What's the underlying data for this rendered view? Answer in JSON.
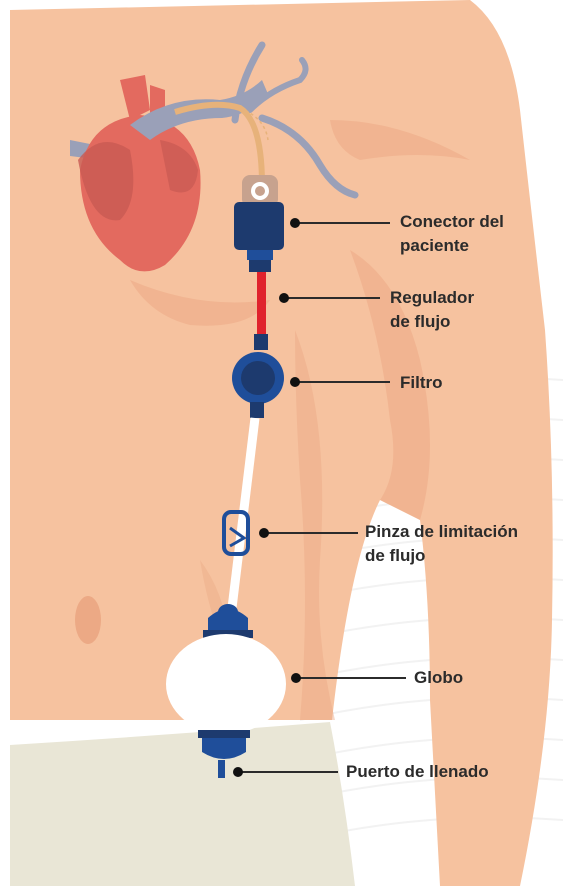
{
  "callouts": [
    {
      "key": "patient_connector",
      "text": "Conector del\npaciente"
    },
    {
      "key": "flow_regulator",
      "text": "Regulador\nde flujo"
    },
    {
      "key": "filter",
      "text": "Filtro"
    },
    {
      "key": "flow_limit_clamp",
      "text": "Pinza de limitación\nde flujo"
    },
    {
      "key": "balloon",
      "text": "Globo"
    },
    {
      "key": "fill_port",
      "text": "Puerto de llenado"
    }
  ],
  "colors": {
    "skin": "#f6c29f",
    "skin_shadow": "#eca985",
    "heart": "#e36a5f",
    "heart_dark": "#c85a52",
    "vessel": "#9aa0b8",
    "catheter_tan": "#e7b27a",
    "connector_navy": "#1d3a6e",
    "tube_red": "#e0222c",
    "tube_white": "#ffffff",
    "device_blue": "#1f4e9a",
    "pants": "#e9e6d6",
    "label_text": "#2b2b2b"
  }
}
